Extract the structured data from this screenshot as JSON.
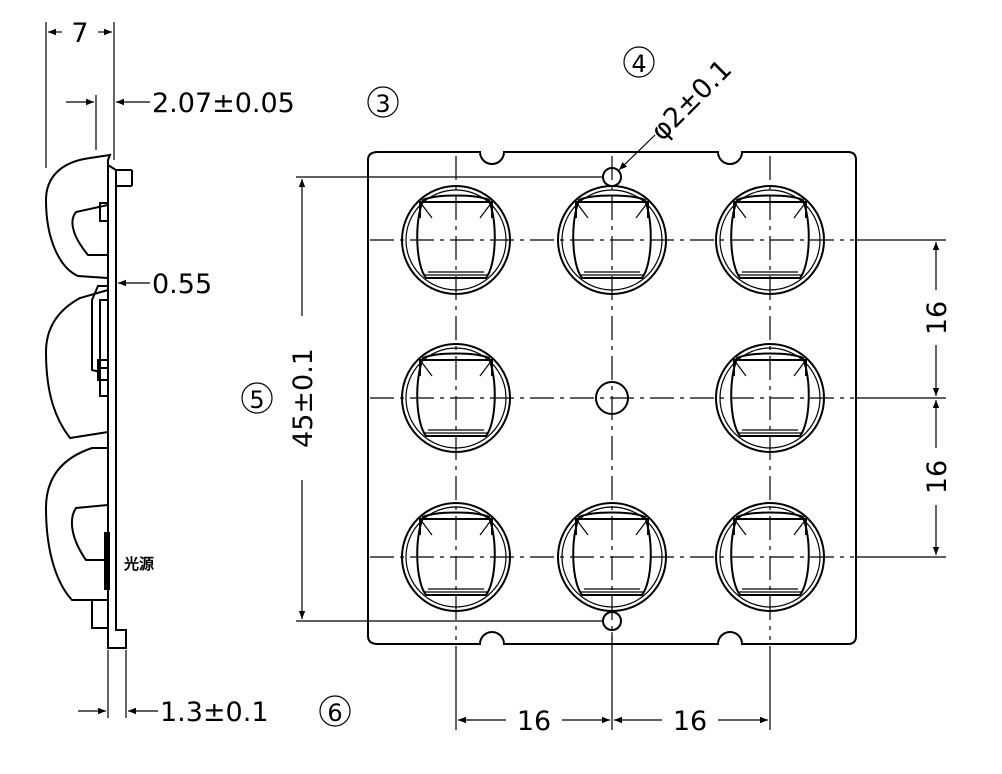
{
  "side_view": {
    "dim_width": "7",
    "dim_base": "2.07±0.05",
    "note_3": "3",
    "dim_wall": "0.55",
    "label_source": "光源",
    "dim_gap": "1.3±0.1",
    "note_6": "6"
  },
  "front_view": {
    "note_4": "4",
    "dim_hole": "φ2±0.1",
    "note_5": "5",
    "dim_height": "45±0.1",
    "dim_pitch_v1": "16",
    "dim_pitch_v2": "16",
    "dim_pitch_h1": "16",
    "dim_pitch_h2": "16",
    "lens_grid": {
      "rows": 3,
      "cols": 3,
      "center_empty": true
    }
  }
}
